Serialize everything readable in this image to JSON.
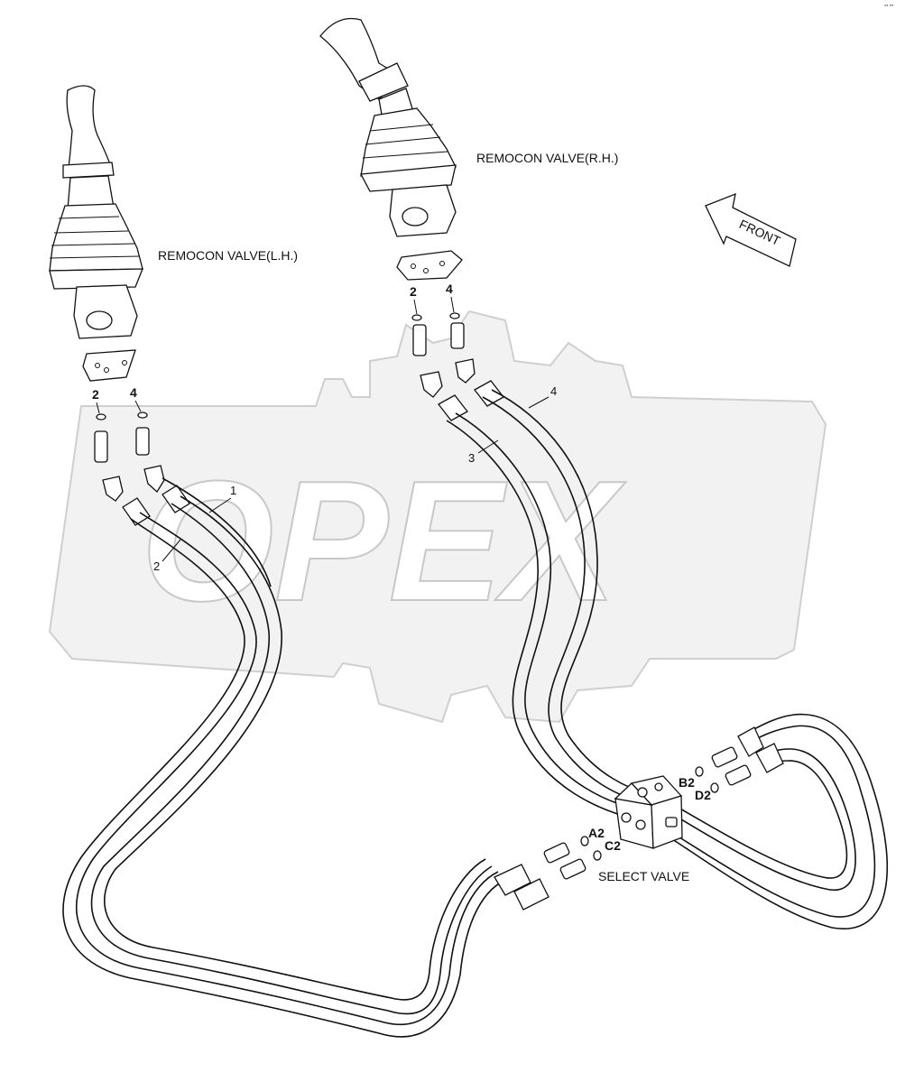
{
  "labels": {
    "remocon_lh": "REMOCON VALVE(L.H.)",
    "remocon_rh": "REMOCON VALVE(R.H.)",
    "select_valve": "SELECT VALVE",
    "front": "FRONT",
    "watermark": "OPEX",
    "corner_mark": "°′ ′′′"
  },
  "callouts": {
    "lh_port_2": "2",
    "lh_port_4": "4",
    "rh_port_2": "2",
    "rh_port_4": "4",
    "hose_1": "1",
    "hose_2": "2",
    "hose_3": "3",
    "hose_4": "4"
  },
  "ports": {
    "a2": "A2",
    "b2": "B2",
    "c2": "C2",
    "d2": "D2"
  },
  "colors": {
    "line": "#111111",
    "watermark": "#e8e8e8"
  }
}
